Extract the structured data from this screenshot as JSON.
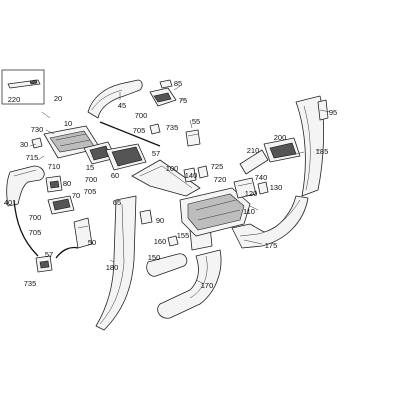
{
  "callouts": [
    {
      "label": "220"
    },
    {
      "label": "20"
    },
    {
      "label": "45"
    },
    {
      "label": "85"
    },
    {
      "label": "75"
    },
    {
      "label": "730"
    },
    {
      "label": "10"
    },
    {
      "label": "30"
    },
    {
      "label": "700"
    },
    {
      "label": "705"
    },
    {
      "label": "735"
    },
    {
      "label": "55"
    },
    {
      "label": "57"
    },
    {
      "label": "95"
    },
    {
      "label": "715"
    },
    {
      "label": "710"
    },
    {
      "label": "15"
    },
    {
      "label": "60"
    },
    {
      "label": "100"
    },
    {
      "label": "200"
    },
    {
      "label": "210"
    },
    {
      "label": "185"
    },
    {
      "label": "725"
    },
    {
      "label": "720"
    },
    {
      "label": "140"
    },
    {
      "label": "740"
    },
    {
      "label": "120"
    },
    {
      "label": "130"
    },
    {
      "label": "80"
    },
    {
      "label": "700"
    },
    {
      "label": "705"
    },
    {
      "label": "65"
    },
    {
      "label": "70"
    },
    {
      "label": "40"
    },
    {
      "label": "700"
    },
    {
      "label": "705"
    },
    {
      "label": "90"
    },
    {
      "label": "110"
    },
    {
      "label": "155"
    },
    {
      "label": "160"
    },
    {
      "label": "50"
    },
    {
      "label": "57"
    },
    {
      "label": "180"
    },
    {
      "label": "150"
    },
    {
      "label": "175"
    },
    {
      "label": "735"
    },
    {
      "label": "170"
    }
  ]
}
